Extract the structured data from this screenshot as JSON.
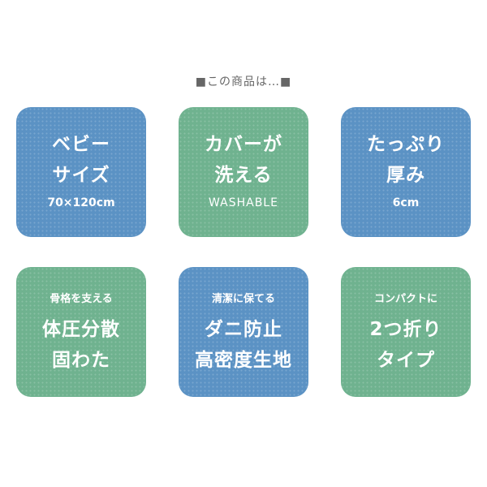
{
  "header": "■この商品は…■",
  "tiles": [
    {
      "line1": "ベビー",
      "line2": "サイズ",
      "line3": "70×120cm"
    },
    {
      "line1": "カバーが",
      "line2": "洗える",
      "line3": "WASHABLE"
    },
    {
      "line1": "たっぷり",
      "line2": "厚み",
      "line3": "6cm"
    },
    {
      "line1": "骨格を支える",
      "line2": "体圧分散",
      "line3": "固わた"
    },
    {
      "line1": "清潔に保てる",
      "line2": "ダニ防止",
      "line3": "高密度生地"
    },
    {
      "line1": "コンパクトに",
      "line2": "2つ折り",
      "line3": "タイプ"
    }
  ],
  "colors": {
    "blue": "#5b92c4",
    "green": "#6fb28f",
    "header_text": "#666666"
  }
}
